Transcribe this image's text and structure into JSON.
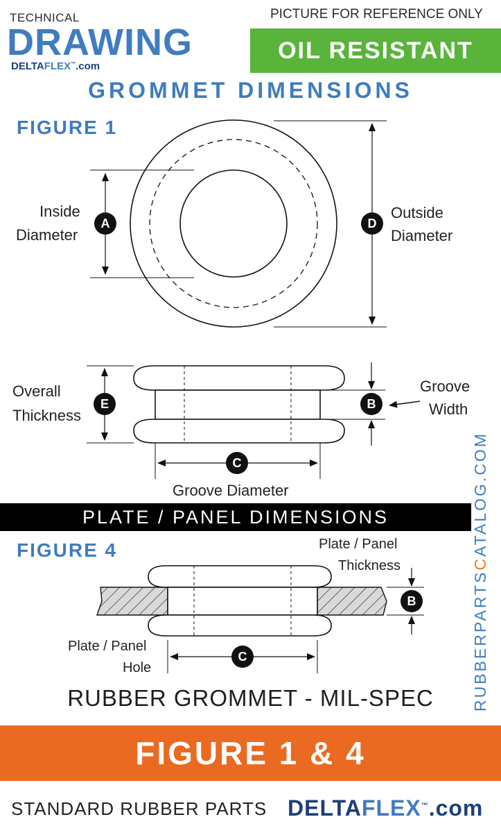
{
  "header": {
    "technical": "TECHNICAL",
    "drawing": "DRAWING",
    "brand_small": {
      "part1": "DELTA",
      "part2": "FLEX",
      "tm": "™",
      "suffix": ".com"
    },
    "reference_note": "PICTURE FOR REFERENCE ONLY",
    "badge": "OIL RESISTANT"
  },
  "section_title": "GROMMET DIMENSIONS",
  "figure1": {
    "label": "FIGURE 1",
    "inside_diameter": [
      "Inside",
      "Diameter"
    ],
    "outside_diameter": [
      "Outside",
      "Diameter"
    ],
    "overall_thickness": [
      "Overall",
      "Thickness"
    ],
    "groove_width": [
      "Groove",
      "Width"
    ],
    "groove_diameter": "Groove Diameter"
  },
  "plate_bar": "PLATE / PANEL DIMENSIONS",
  "figure4": {
    "label": "FIGURE 4",
    "plate_thickness": [
      "Plate / Panel",
      "Thickness"
    ],
    "plate_hole": [
      "Plate / Panel",
      "Hole"
    ]
  },
  "markers": {
    "a": "A",
    "b": "B",
    "c": "C",
    "d": "D",
    "e": "E"
  },
  "side_url": {
    "part1": "RUBBERPARTS",
    "part2": "C",
    "part3": "ATALOG.COM"
  },
  "caption": "RUBBER GROMMET - MIL-SPEC",
  "orange_band": "FIGURE 1 & 4",
  "footer": {
    "standard": "STANDARD RUBBER PARTS",
    "brand": {
      "part1": "DELTA",
      "part2": "FLEX",
      "tm": "™",
      "suffix": ".com"
    }
  },
  "colors": {
    "blue": "#3f7cc0",
    "green": "#5ab43b",
    "orange": "#ea6a22",
    "navy": "#1d3f7a"
  }
}
